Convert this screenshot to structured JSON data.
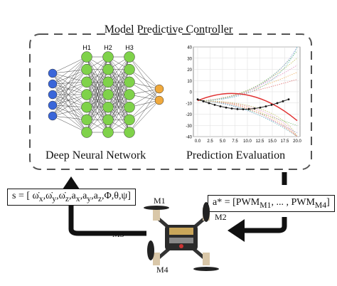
{
  "title": "Model Predictive Controller",
  "nn": {
    "label": "Deep Neural Network",
    "layer_labels": [
      "H1",
      "H2",
      "H3"
    ],
    "input_nodes": 5,
    "hidden_nodes": 7,
    "output_nodes": 2,
    "colors": {
      "input": "#3a66d9",
      "hidden": "#7fd24a",
      "output": "#f0a93c"
    }
  },
  "prediction": {
    "label": "Prediction Evaluation",
    "x_ticks": [
      "0.0",
      "2.5",
      "5.0",
      "7.5",
      "10.0",
      "12.5",
      "15.0",
      "17.5",
      "20.0"
    ],
    "y_ticks": [
      "40",
      "30",
      "20",
      "10",
      "0",
      "-10",
      "-20",
      "-30",
      "-40"
    ]
  },
  "state_eq": "s = [ ω̇x,ω̇y,ω̇z,ax,ay,az,Φ,θ,ψ]",
  "action_eq": "a* = [PWMM1, ... , PWMM4]",
  "motors": [
    "M1",
    "M2",
    "M3",
    "M4"
  ]
}
